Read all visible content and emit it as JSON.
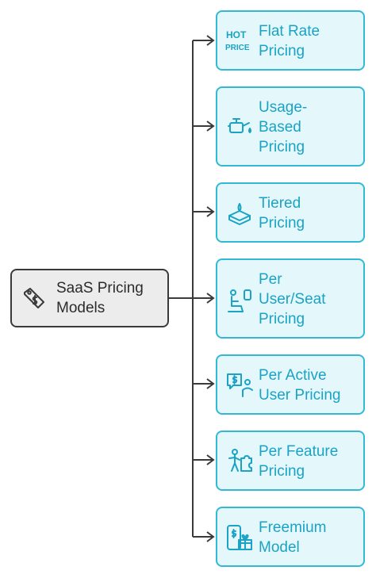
{
  "root": {
    "label": "SaaS Pricing\nModels",
    "icon": "price-tag-icon"
  },
  "items": [
    {
      "label": "Flat Rate\nPricing",
      "icon": "hot-price-icon",
      "icon_text_top": "HOT",
      "icon_text_bottom": "PRICE"
    },
    {
      "label": "Usage-\nBased\nPricing",
      "icon": "oil-can-icon"
    },
    {
      "label": "Tiered\nPricing",
      "icon": "tiered-cake-icon"
    },
    {
      "label": "Per\nUser/Seat\nPricing",
      "icon": "seat-user-icon"
    },
    {
      "label": "Per Active\nUser Pricing",
      "icon": "active-user-dollar-icon"
    },
    {
      "label": "Per Feature\nPricing",
      "icon": "feature-puzzle-icon"
    },
    {
      "label": "Freemium\nModel",
      "icon": "freemium-gift-icon"
    }
  ],
  "colors": {
    "accent": "#1aa3c4",
    "card_border": "#32b9d6",
    "card_fill": "#e4f7fb",
    "root_fill": "#ececec",
    "line": "#3a3a3a"
  }
}
